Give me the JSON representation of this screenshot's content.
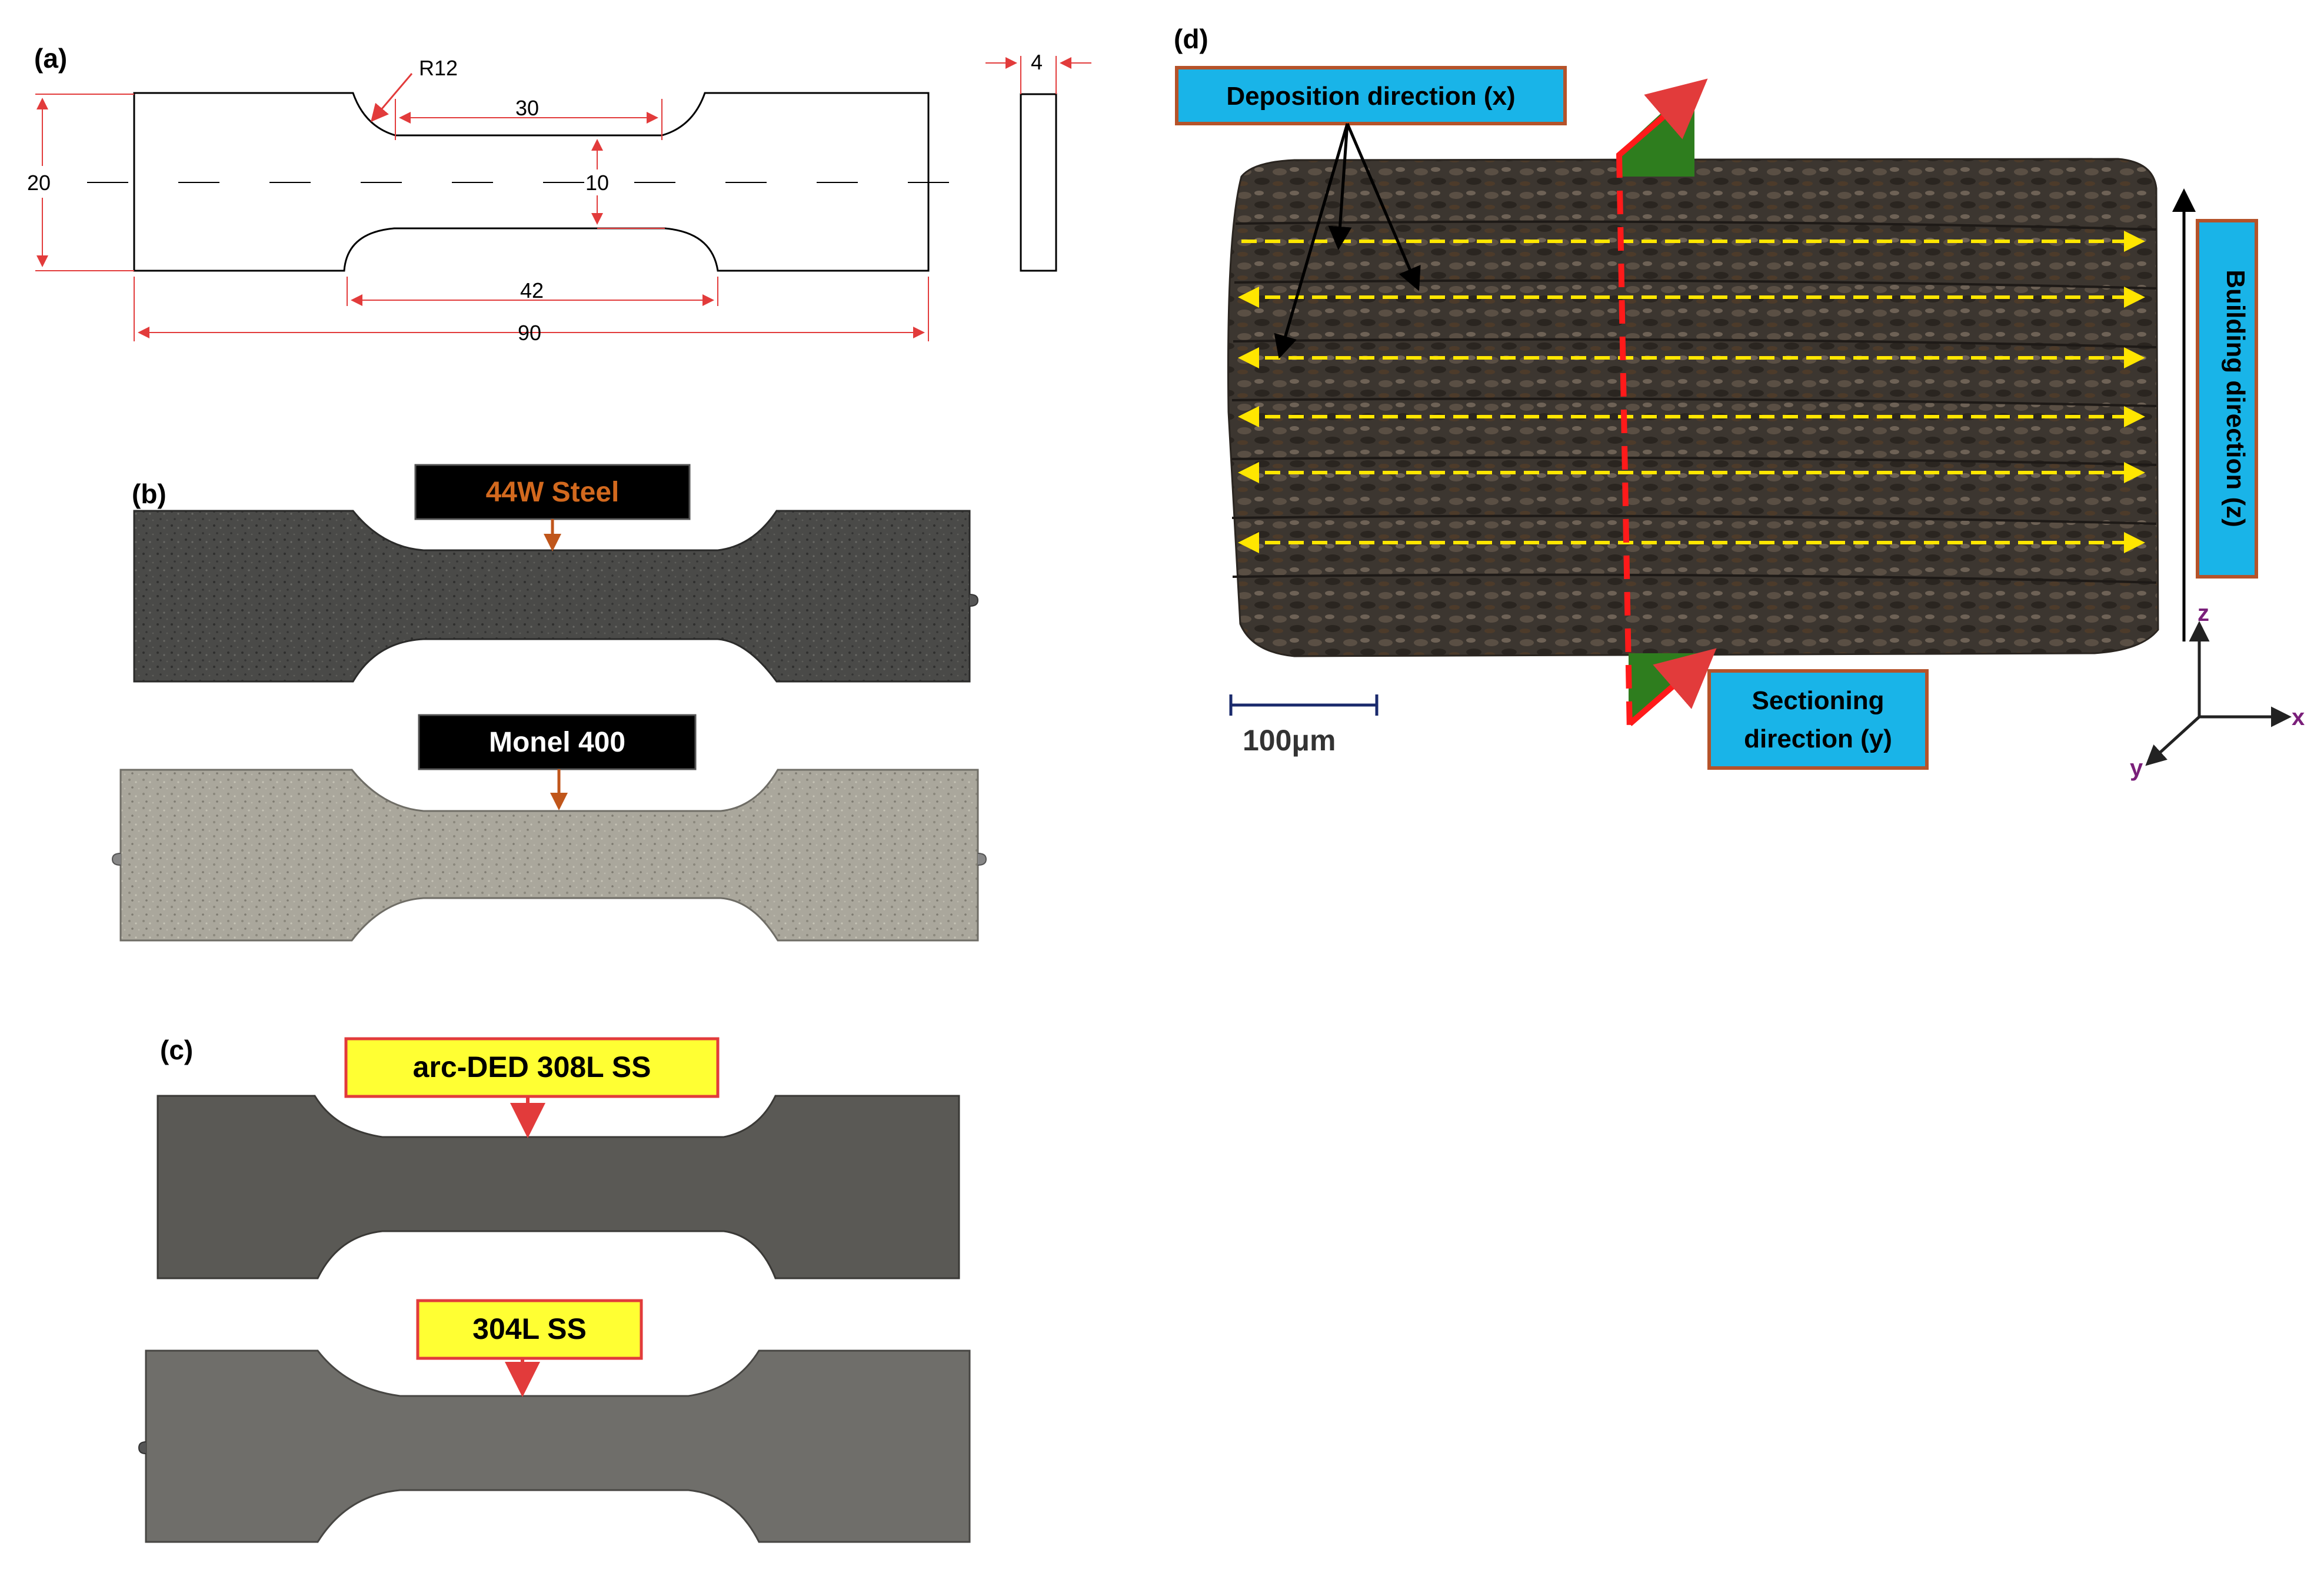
{
  "figure": {
    "panel_a": {
      "label": "(a)",
      "dimensions": {
        "radius": "R12",
        "gauge_length": "30",
        "overall_width": "20",
        "gauge_width": "10",
        "parallel_length": "42",
        "total_length": "90",
        "thickness": "4"
      }
    },
    "panel_b": {
      "label": "(b)",
      "tag_top": "44W Steel",
      "tag_bottom": "Monel 400"
    },
    "panel_c": {
      "label": "(c)",
      "tag_top": "arc-DED 308L SS",
      "tag_bottom": "304L SS"
    },
    "panel_d": {
      "label": "(d)",
      "deposition_label": "Deposition direction (x)",
      "building_label": "Building direction (z)",
      "sectioning_label_line1": "Sectioning",
      "sectioning_label_line2": "direction (y)",
      "scale_bar": "100μm",
      "axis_z": "z",
      "axis_x": "x",
      "axis_y": "y"
    }
  },
  "colors": {
    "dimension_red": "#e23b3b",
    "tag_orange_text": "#d2691e",
    "tag_yellow_bg": "#ffff33",
    "tag_blue_bg": "#19b4e8",
    "tag_border": "#b5532a",
    "arrow_yellow": "#ffe600",
    "section_red": "#ff1a1a",
    "plane_green": "#2e7d1e",
    "axis_purple": "#7a1f7a",
    "scale_navy": "#1a2a6c"
  }
}
